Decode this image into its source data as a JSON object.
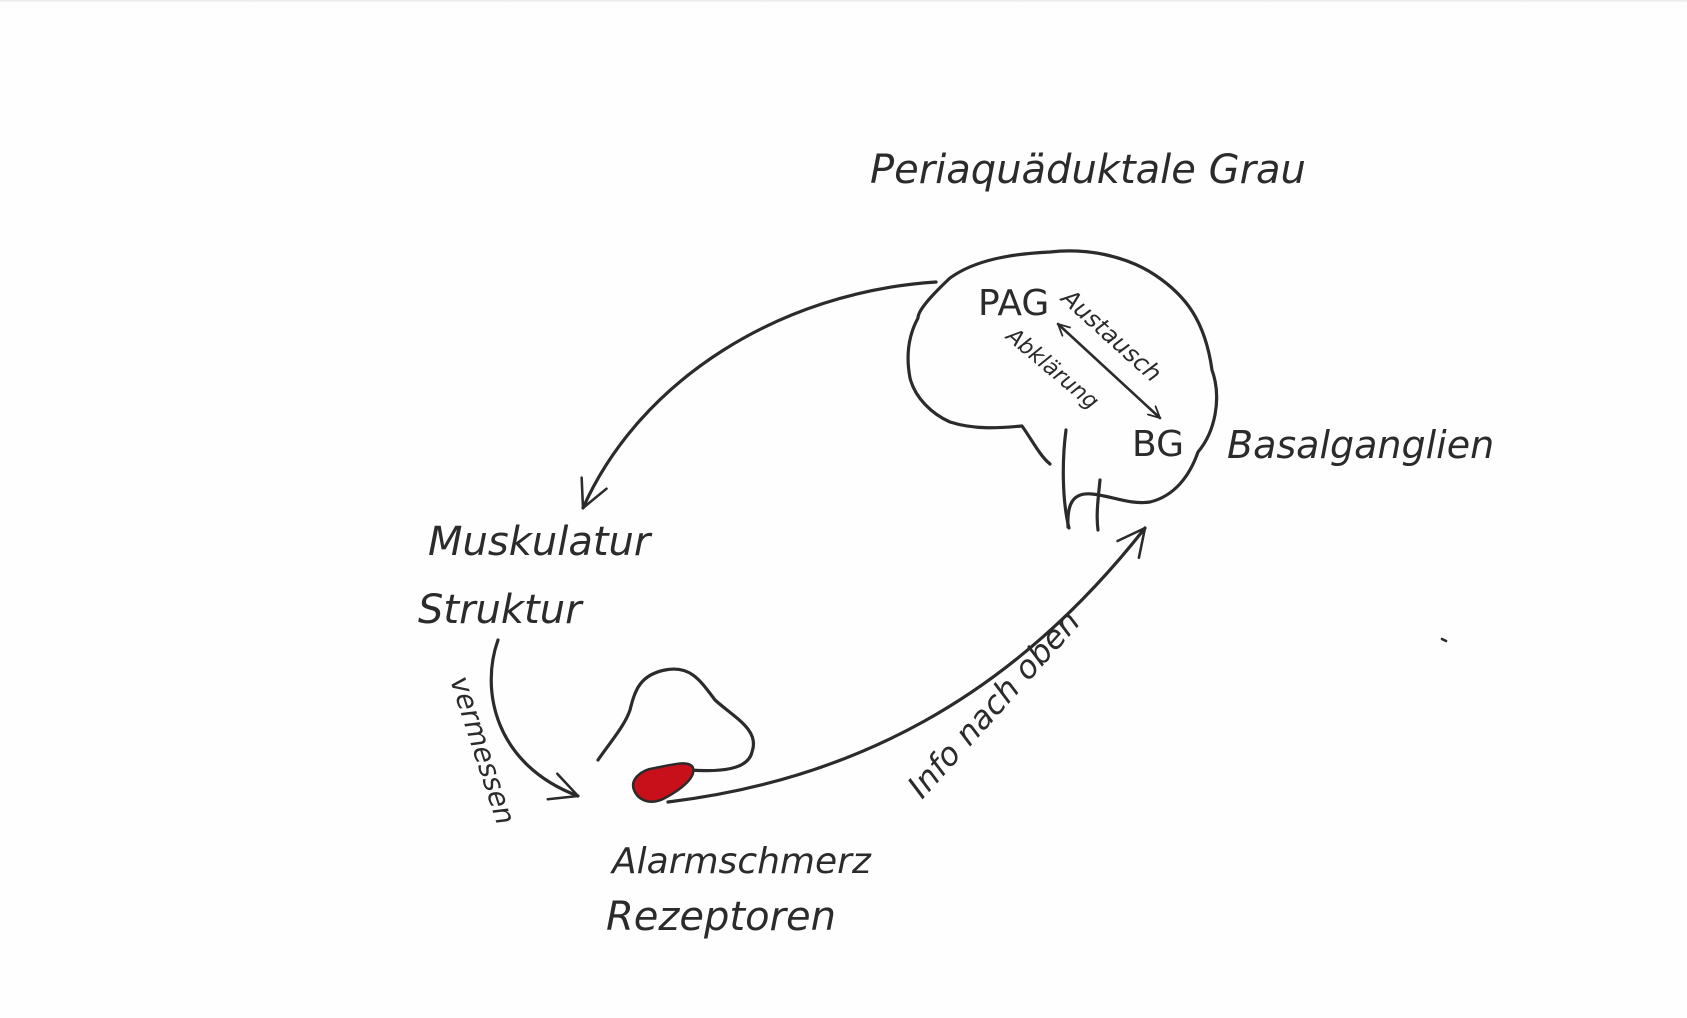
{
  "diagram": {
    "title": "Periaquäduktale Grau",
    "labels": {
      "pag": "PAG",
      "bg": "BG",
      "basalganglien": "Basalganglien",
      "austausch": "Austausch",
      "abklaerung": "Abklärung",
      "muskulatur": "Muskulatur",
      "struktur": "Struktur",
      "vermessen": "vermessen",
      "alarmschmerz": "Alarmschmerz",
      "rezeptoren": "Rezeptoren",
      "info_nach_oben": "Info nach oben"
    },
    "colors": {
      "ink": "#2b2b2b",
      "receptor_red": "#c8101a",
      "paper": "#fefefe"
    }
  }
}
